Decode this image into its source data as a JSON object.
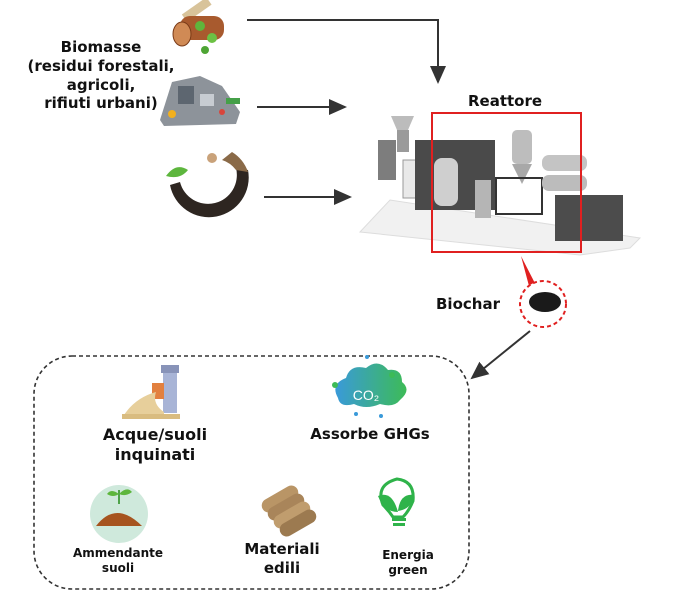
{
  "source": {
    "title_line1": "Biomasse",
    "title_line2": "(residui forestali,",
    "title_line3": "agricoli,",
    "title_line4": "rifiuti urbani)",
    "items": [
      {
        "icon": "wood-log-icon"
      },
      {
        "icon": "urban-waste-pile-icon"
      },
      {
        "icon": "soil-compost-icon"
      }
    ]
  },
  "reactor": {
    "label": "Reattore",
    "highlight_color": "#e02020"
  },
  "product": {
    "label": "Biochar"
  },
  "applications": [
    {
      "line1": "Acque/suoli",
      "line2": "inquinati",
      "icon": "polluted-water-pipe-icon"
    },
    {
      "line1": "Assorbe GHGs",
      "line2": "",
      "icon": "co2-cloud-icon",
      "icon_text": "CO₂"
    },
    {
      "line1": "Ammendante",
      "line2": "suoli",
      "icon": "soil-amendment-icon"
    },
    {
      "line1": "Materiali",
      "line2": "edili",
      "icon": "briquettes-icon"
    },
    {
      "line1": "Energia",
      "line2": "green",
      "icon": "green-energy-bulb-icon"
    }
  ],
  "colors": {
    "arrow": "#333333",
    "accent_red": "#e02020",
    "green": "#2fb34a",
    "co2_blue": "#3a9ad9"
  }
}
